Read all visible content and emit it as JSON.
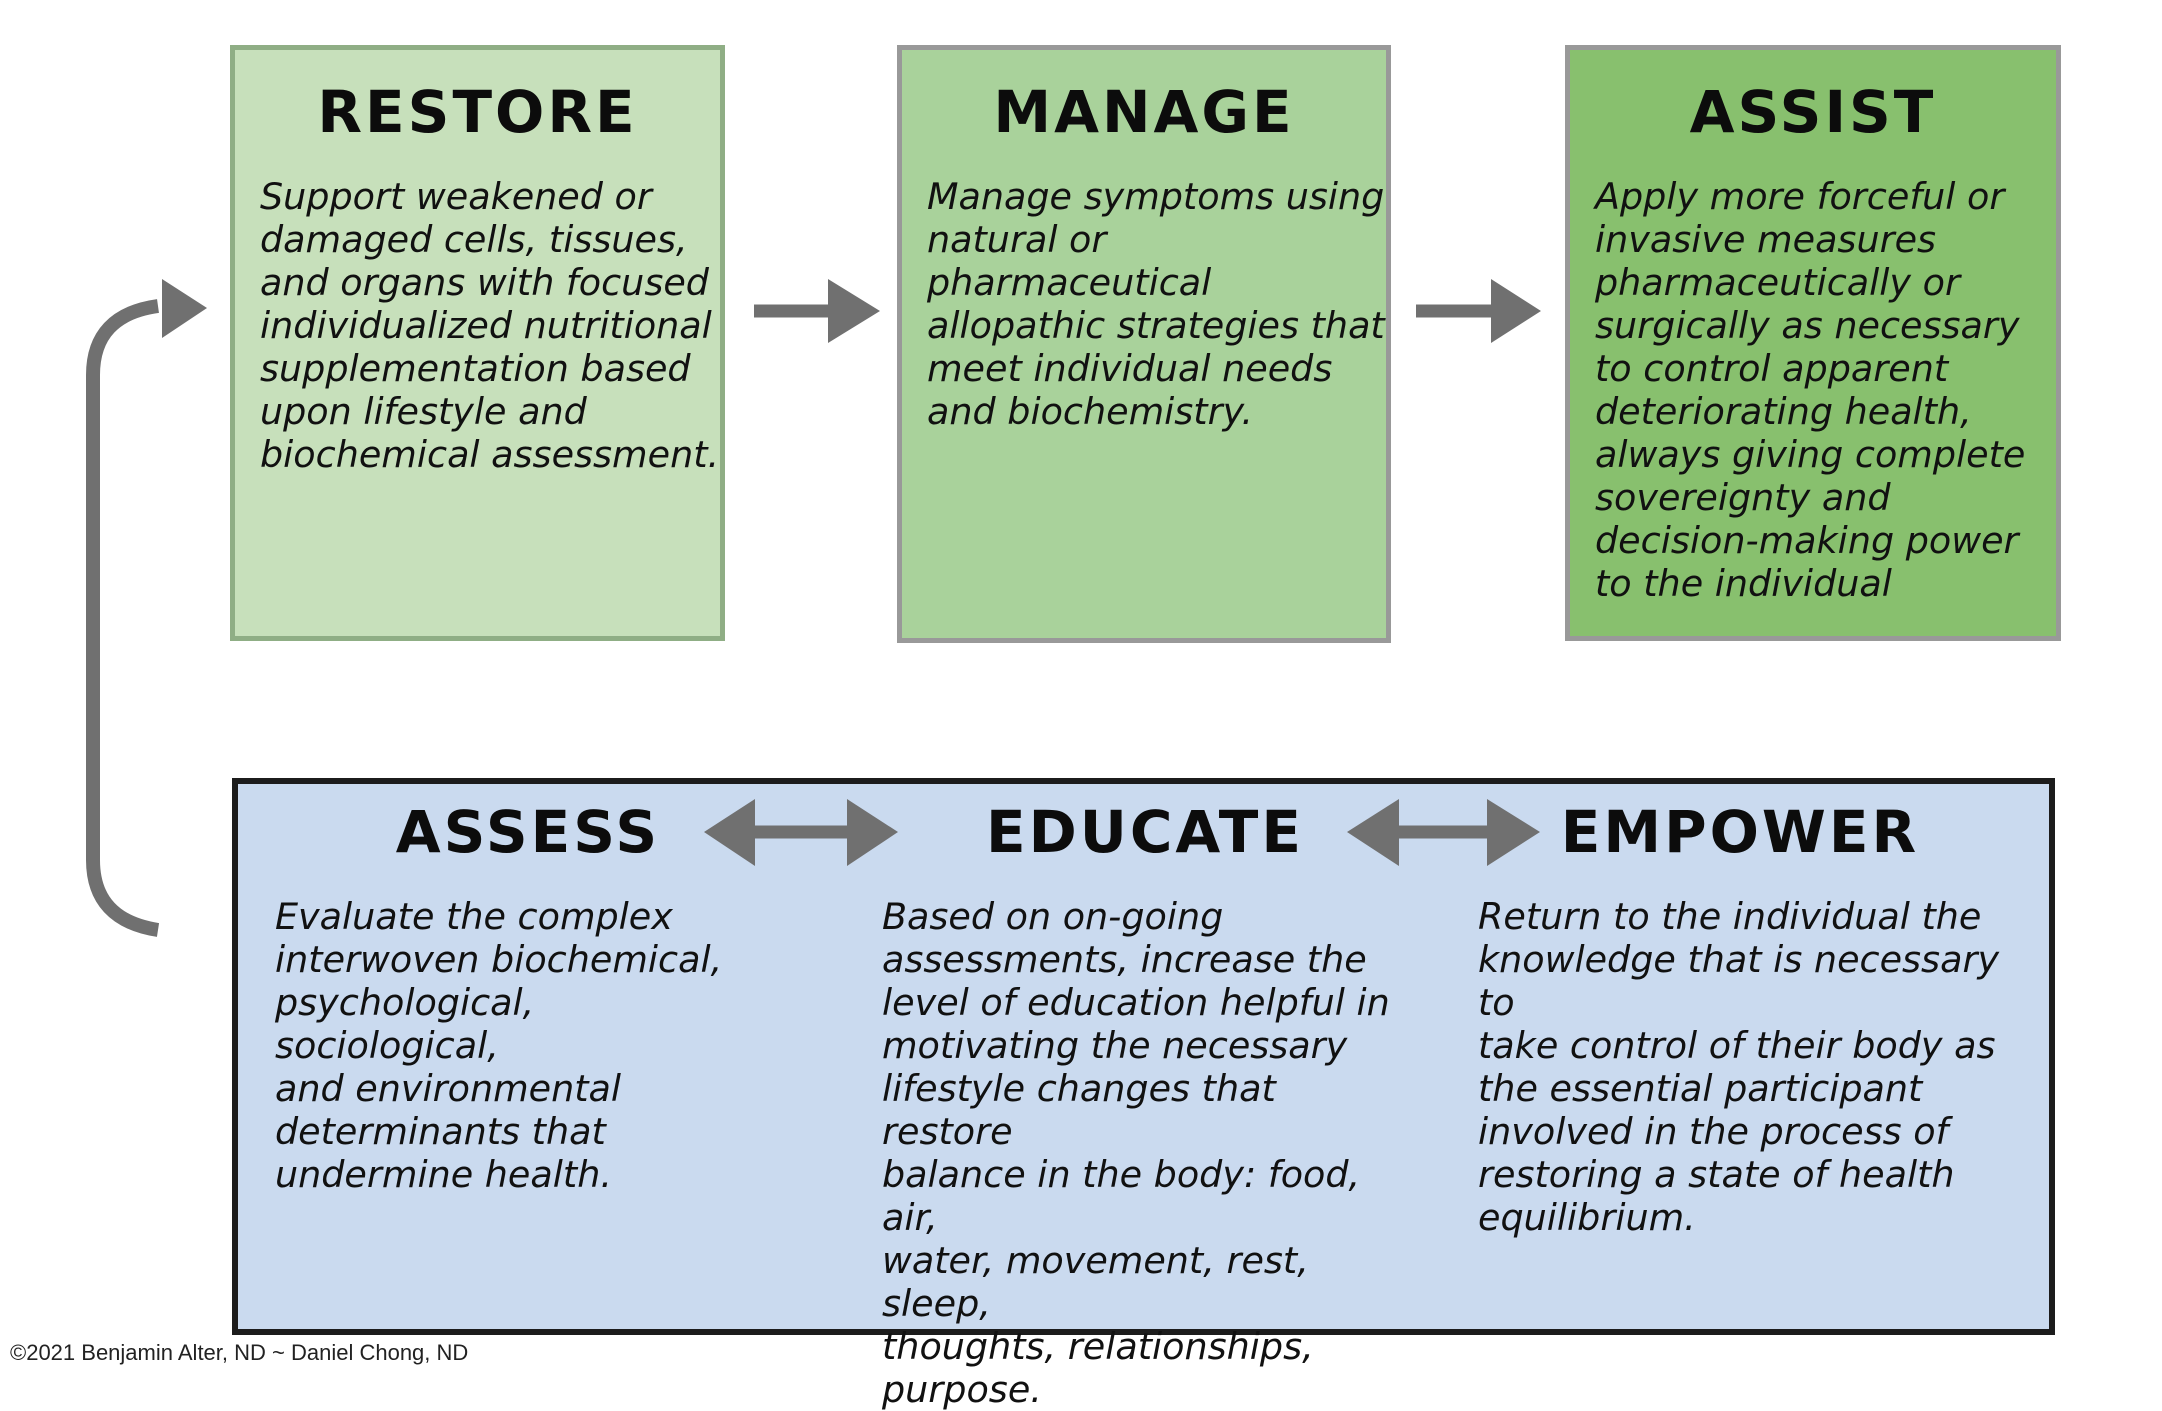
{
  "top": {
    "restore": {
      "title": "RESTORE",
      "text": "Support weakened or\ndamaged cells, tissues,\nand organs with focused\nindividualized nutritional\nsupplementation based\nupon lifestyle and\nbiochemical assessment."
    },
    "manage": {
      "title": "MANAGE",
      "text": "Manage symptoms using\nnatural or\npharmaceutical\nallopathic strategies that\nmeet individual needs\nand biochemistry."
    },
    "assist": {
      "title": "ASSIST",
      "text": "Apply more forceful or\ninvasive measures\npharmaceutically or\nsurgically as necessary\nto control apparent\ndeteriorating health,\nalways giving complete\nsovereignty and\ndecision-making power\nto the individual"
    }
  },
  "bottom": {
    "assess": {
      "title": "ASSESS",
      "text": "Evaluate the complex\ninterwoven biochemical,\npsychological, sociological,\nand environmental\ndeterminants that\nundermine health."
    },
    "educate": {
      "title": "EDUCATE",
      "text": "Based on on-going\nassessments, increase the\nlevel of education helpful in\nmotivating the necessary\nlifestyle changes that restore\nbalance in the body: food, air,\nwater, movement, rest, sleep,\nthoughts, relationships,\npurpose."
    },
    "empower": {
      "title": "EMPOWER",
      "text": "Return to the individual the\nknowledge that is necessary to\ntake control of their body as\nthe essential participant\ninvolved in the process of\nrestoring a state of health\nequilibrium."
    }
  },
  "footer": "©2021 Benjamin Alter, ND ~ Daniel Chong, ND",
  "colors": {
    "restore_fill": "#c7e0bb",
    "manage_fill": "#a9d29b",
    "assist_fill": "#88c06e",
    "bottom_fill": "#cadaef",
    "arrow": "#707070"
  }
}
